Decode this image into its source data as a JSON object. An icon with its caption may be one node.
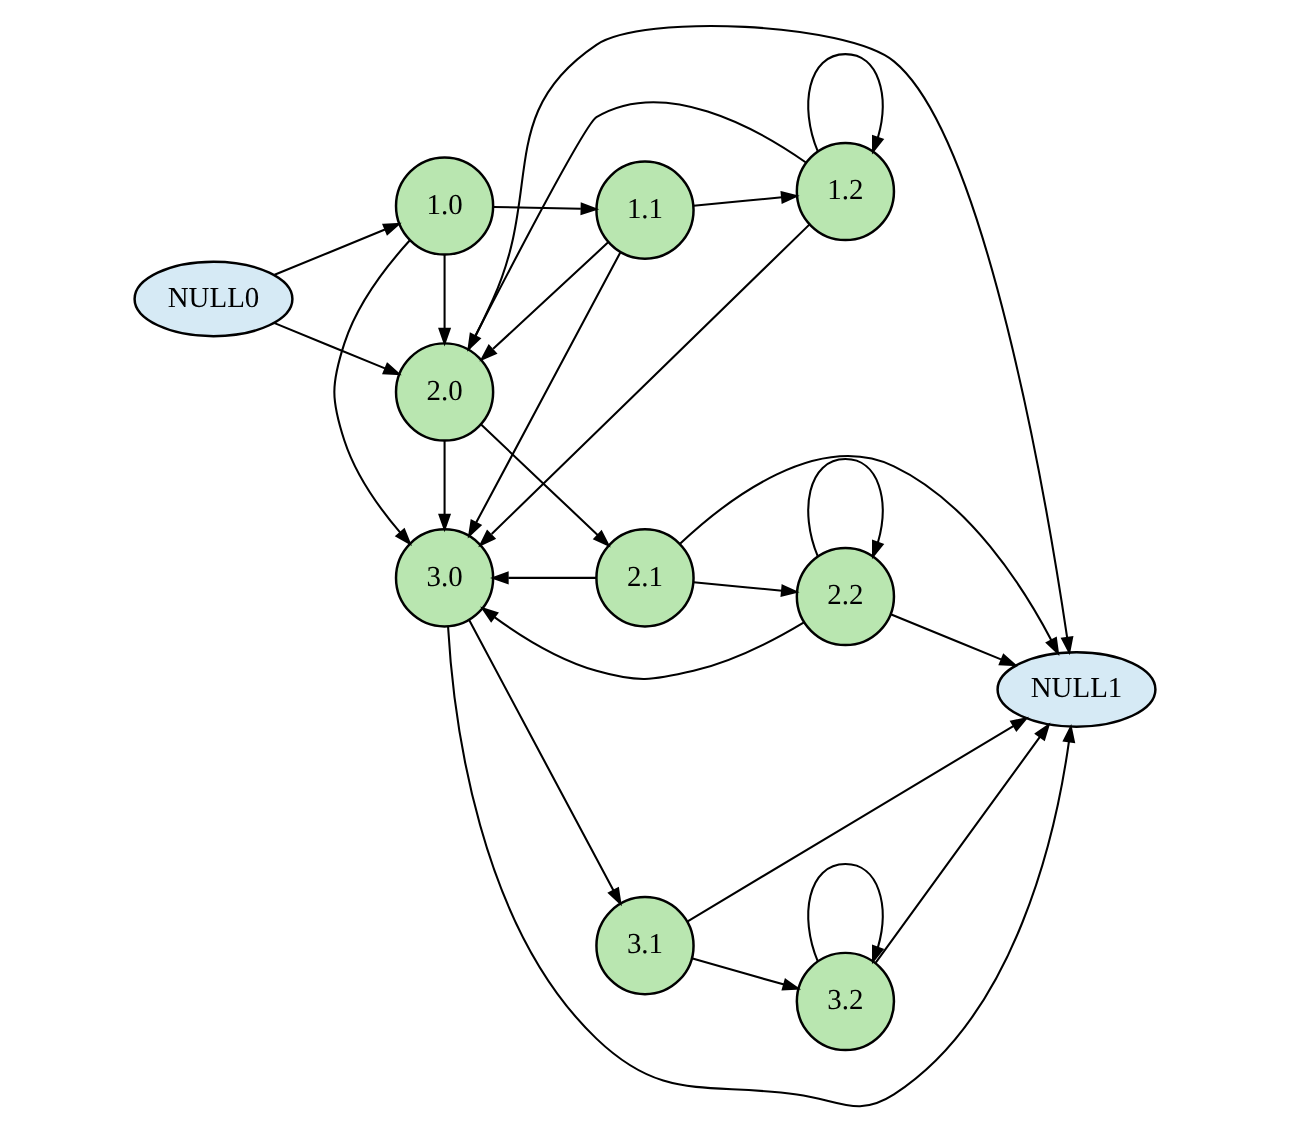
{
  "diagram": {
    "nodes": [
      {
        "text": [
          "NULL0"
        ]
      },
      {
        "text": [
          "1.0"
        ]
      },
      {
        "text": [
          "1.1"
        ]
      },
      {
        "text": [
          "1.2"
        ]
      },
      {
        "text": [
          "2.0"
        ]
      },
      {
        "text": [
          "2.1"
        ]
      },
      {
        "text": [
          "2.2"
        ]
      },
      {
        "text": [
          "3.0"
        ]
      },
      {
        "text": [
          "3.1"
        ]
      },
      {
        "text": [
          "3.2"
        ]
      },
      {
        "text": [
          "NULL1"
        ]
      }
    ],
    "edges": [
      {
        "from": 0,
        "to": 1,
        "arrow": "to"
      },
      {
        "from": 0,
        "to": 4,
        "arrow": "to"
      },
      {
        "from": 1,
        "to": 2,
        "arrow": "to"
      },
      {
        "from": 2,
        "to": 3,
        "arrow": "to"
      },
      {
        "from": 3,
        "to": 3,
        "arrow": "to"
      },
      {
        "from": 1,
        "to": 4,
        "arrow": "to"
      },
      {
        "from": 1,
        "to": 7,
        "arrow": "to"
      },
      {
        "from": 2,
        "to": 4,
        "arrow": "to"
      },
      {
        "from": 2,
        "to": 7,
        "arrow": "to"
      },
      {
        "from": 3,
        "to": 4,
        "arrow": "to"
      },
      {
        "from": 3,
        "to": 7,
        "arrow": "to"
      },
      {
        "from": 4,
        "to": 5,
        "arrow": "to"
      },
      {
        "from": 5,
        "to": 6,
        "arrow": "to"
      },
      {
        "from": 6,
        "to": 6,
        "arrow": "to"
      },
      {
        "from": 4,
        "to": 7,
        "arrow": "to"
      },
      {
        "from": 4,
        "to": 10,
        "arrow": "to"
      },
      {
        "from": 5,
        "to": 10,
        "arrow": "to"
      },
      {
        "from": 6,
        "to": 10,
        "arrow": "to"
      },
      {
        "from": 5,
        "to": 7,
        "arrow": "to"
      },
      {
        "from": 6,
        "to": 7,
        "arrow": "to"
      },
      {
        "from": 7,
        "to": 8,
        "arrow": "to"
      },
      {
        "from": 8,
        "to": 9,
        "arrow": "to"
      },
      {
        "from": 9,
        "to": 9,
        "arrow": "to"
      },
      {
        "from": 8,
        "to": 10,
        "arrow": "to"
      },
      {
        "from": 9,
        "to": 10,
        "arrow": "to"
      },
      {
        "from": 7,
        "to": 10,
        "arrow": "to"
      }
    ]
  }
}
